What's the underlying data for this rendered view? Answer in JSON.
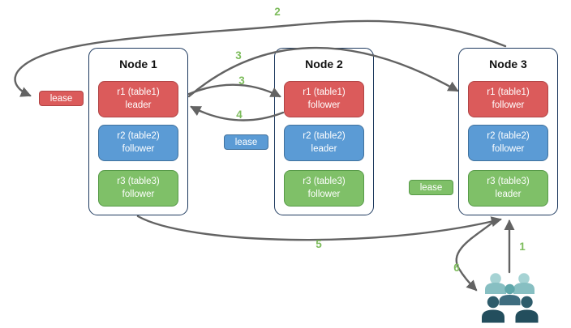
{
  "nodes": [
    {
      "title": "Node 1",
      "replicas": [
        {
          "name": "r1 (table1)",
          "role": "leader",
          "color": "red"
        },
        {
          "name": "r2 (table2)",
          "role": "follower",
          "color": "blue"
        },
        {
          "name": "r3 (table3)",
          "role": "follower",
          "color": "green"
        }
      ]
    },
    {
      "title": "Node 2",
      "replicas": [
        {
          "name": "r1 (table1)",
          "role": "follower",
          "color": "red"
        },
        {
          "name": "r2 (table2)",
          "role": "leader",
          "color": "blue"
        },
        {
          "name": "r3 (table3)",
          "role": "follower",
          "color": "green"
        }
      ]
    },
    {
      "title": "Node 3",
      "replicas": [
        {
          "name": "r1 (table1)",
          "role": "follower",
          "color": "red"
        },
        {
          "name": "r2 (table2)",
          "role": "follower",
          "color": "blue"
        },
        {
          "name": "r3 (table3)",
          "role": "leader",
          "color": "green"
        }
      ]
    }
  ],
  "leases": [
    {
      "label": "lease",
      "color": "red"
    },
    {
      "label": "lease",
      "color": "blue"
    },
    {
      "label": "lease",
      "color": "green"
    }
  ],
  "steps": {
    "step1": "1",
    "step2": "2",
    "step3a": "3",
    "step3b": "3",
    "step4": "4",
    "step5": "5",
    "step6": "6"
  },
  "icons": {
    "users": "users-group-icon"
  },
  "colors": {
    "node_border": "#1E3A5F",
    "node_title": "#111111",
    "replica_red": "#DB5B5B",
    "replica_red_border": "#B04445",
    "replica_blue": "#5B9BD5",
    "replica_blue_border": "#41719C",
    "replica_green": "#7FC068",
    "replica_green_border": "#579A48",
    "arrow": "#636363",
    "step_number": "#7DBC5C",
    "users_light_head": "#A6D3D4",
    "users_light_body": "#87BFC2",
    "users_mid_head": "#5FA7AA",
    "users_mid_body": "#3E6D7F",
    "users_dark_head": "#2E5C6B",
    "users_dark_body": "#234E5D"
  }
}
